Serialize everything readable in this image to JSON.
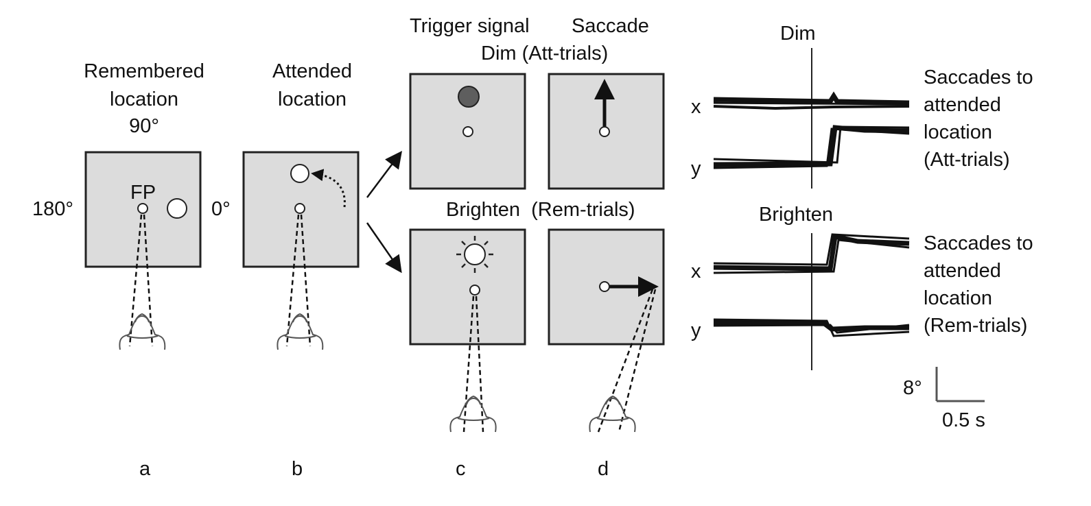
{
  "panel_a": {
    "title_line1": "Remembered",
    "title_line2": "location",
    "angle_top": "90°",
    "angle_left": "180°",
    "angle_right": "0°",
    "fixation_label": "FP",
    "letter": "a"
  },
  "panel_b": {
    "title_line1": "Attended",
    "title_line2": "location",
    "letter": "b"
  },
  "panel_c": {
    "header": "Trigger signal",
    "att_label": "Dim (Att-trials)",
    "rem_label": "Brighten  (Rem-trials)",
    "letter": "c"
  },
  "panel_d": {
    "header": "Saccade",
    "letter": "d"
  },
  "traces": {
    "top": {
      "event_label": "Dim",
      "x_label": "x",
      "y_label": "y",
      "caption_lines": [
        "Saccades to",
        "attended",
        "location",
        "(Att-trials)"
      ]
    },
    "bottom": {
      "event_label": "Brighten",
      "x_label": "x",
      "y_label": "y",
      "caption_lines": [
        "Saccades to",
        "attended",
        "location",
        "(Rem-trials)"
      ]
    },
    "scale_bar": {
      "vertical_label": "8°",
      "horizontal_label": "0.5 s"
    }
  },
  "colors": {
    "panel_fill": "#dcdcdc",
    "panel_stroke": "#222222",
    "dim_target": "#5e5e5e",
    "trace": "#111111"
  }
}
